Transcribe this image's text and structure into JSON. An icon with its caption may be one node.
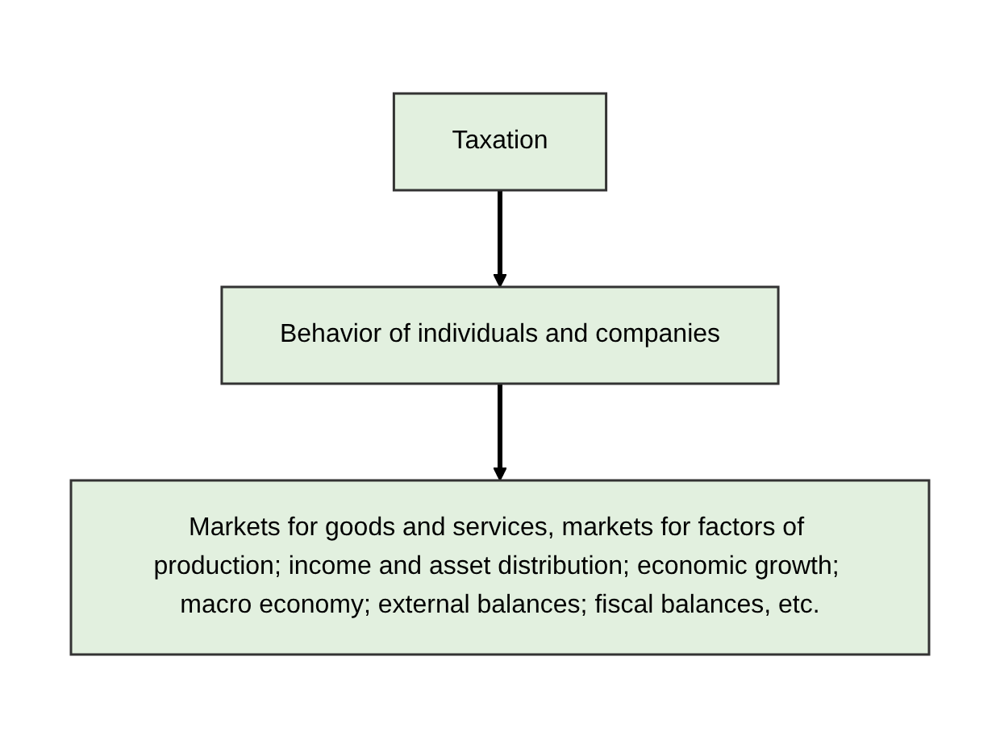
{
  "diagram": {
    "nodes": [
      {
        "text": [
          "Taxation"
        ]
      },
      {
        "text": [
          "Behavior of individuals and companies"
        ]
      },
      {
        "text": [
          "Markets for goods and services, markets for factors of production; income and asset distribution; economic growth; macro economy; external balances; fiscal balances, etc."
        ]
      }
    ],
    "edges": [
      {
        "from": 0,
        "to": 1,
        "arrow": "to"
      },
      {
        "from": 1,
        "to": 2,
        "arrow": "to"
      }
    ]
  }
}
